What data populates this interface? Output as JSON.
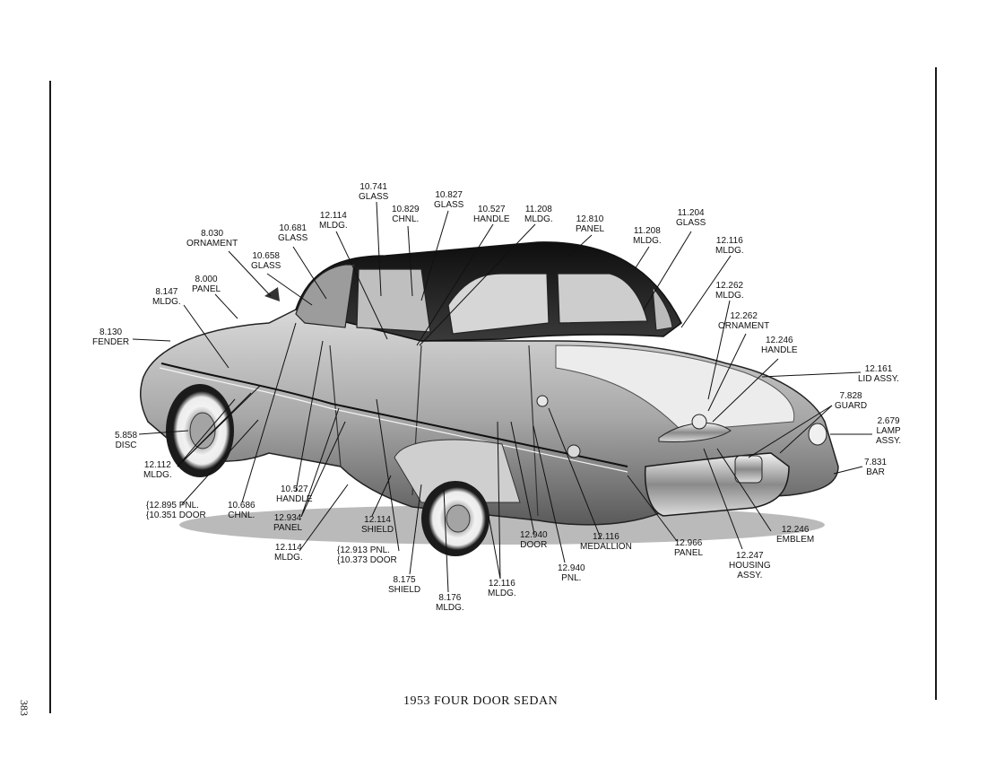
{
  "page": {
    "number": "383",
    "caption": "1953 FOUR DOOR SEDAN"
  },
  "labels": [
    {
      "id": "glass-10741",
      "code": "10.741",
      "name": "GLASS"
    },
    {
      "id": "glass-10827",
      "code": "10.827",
      "name": "GLASS"
    },
    {
      "id": "chnl-10829",
      "code": "10.829",
      "name": "CHNL."
    },
    {
      "id": "handle-10527-top",
      "code": "10.527",
      "name": "HANDLE"
    },
    {
      "id": "mldg-11208-top",
      "code": "11.208",
      "name": "MLDG."
    },
    {
      "id": "mldg-12114-top",
      "code": "12.114",
      "name": "MLDG."
    },
    {
      "id": "panel-12810",
      "code": "12.810",
      "name": "PANEL"
    },
    {
      "id": "glass-11204",
      "code": "11.204",
      "name": "GLASS"
    },
    {
      "id": "mldg-11208-right",
      "code": "11.208",
      "name": "MLDG."
    },
    {
      "id": "glass-10681",
      "code": "10.681",
      "name": "GLASS"
    },
    {
      "id": "ornament-8030",
      "code": "8.030",
      "name": "ORNAMENT"
    },
    {
      "id": "glass-10658",
      "code": "10.658",
      "name": "GLASS"
    },
    {
      "id": "mldg-12116-right",
      "code": "12.116",
      "name": "MLDG."
    },
    {
      "id": "panel-8000",
      "code": "8.000",
      "name": "PANEL"
    },
    {
      "id": "mldg-8147",
      "code": "8.147",
      "name": "MLDG."
    },
    {
      "id": "mldg-12262",
      "code": "12.262",
      "name": "MLDG."
    },
    {
      "id": "ornament-12262",
      "code": "12.262",
      "name": "ORNAMENT"
    },
    {
      "id": "fender-8130",
      "code": "8.130",
      "name": "FENDER"
    },
    {
      "id": "handle-12246",
      "code": "12.246",
      "name": "HANDLE"
    },
    {
      "id": "lid-12161",
      "code": "12.161",
      "name": "LID ASSY."
    },
    {
      "id": "guard-7828",
      "code": "7.828",
      "name": "GUARD"
    },
    {
      "id": "lamp-2679",
      "code": "2.679",
      "name": "LAMP",
      "extra": "ASSY."
    },
    {
      "id": "disc-5858",
      "code": "5.858",
      "name": "DISC"
    },
    {
      "id": "bar-7831",
      "code": "7.831",
      "name": "BAR"
    },
    {
      "id": "mldg-12112",
      "code": "12.112",
      "name": "MLDG."
    },
    {
      "id": "handle-10527-low",
      "code": "10.527",
      "name": "HANDLE"
    },
    {
      "id": "pnl-12895",
      "code": "{12.895 PNL.",
      "name": "{10.351 DOOR"
    },
    {
      "id": "chnl-10686",
      "code": "10.686",
      "name": "CHNL."
    },
    {
      "id": "panel-12934",
      "code": "12.934",
      "name": "PANEL"
    },
    {
      "id": "shield-12114",
      "code": "12.114",
      "name": "SHIELD"
    },
    {
      "id": "door-12940",
      "code": "12.940",
      "name": "DOOR"
    },
    {
      "id": "medallion-12116",
      "code": "12.116",
      "name": "MEDALLION"
    },
    {
      "id": "panel-12966",
      "code": "12.966",
      "name": "PANEL"
    },
    {
      "id": "emblem-12246",
      "code": "12.246",
      "name": "EMBLEM"
    },
    {
      "id": "mldg-12114-low",
      "code": "12.114",
      "name": "MLDG."
    },
    {
      "id": "pnl-12913",
      "code": "{12.913 PNL.",
      "name": "{10.373 DOOR"
    },
    {
      "id": "pnl-12940",
      "code": "12.940",
      "name": "PNL."
    },
    {
      "id": "housing-12247",
      "code": "12.247",
      "name": "HOUSING",
      "extra": "ASSY."
    },
    {
      "id": "shield-8175",
      "code": "8.175",
      "name": "SHIELD"
    },
    {
      "id": "mldg-12116-low",
      "code": "12.116",
      "name": "MLDG."
    },
    {
      "id": "mldg-8176",
      "code": "8.176",
      "name": "MLDG."
    }
  ]
}
